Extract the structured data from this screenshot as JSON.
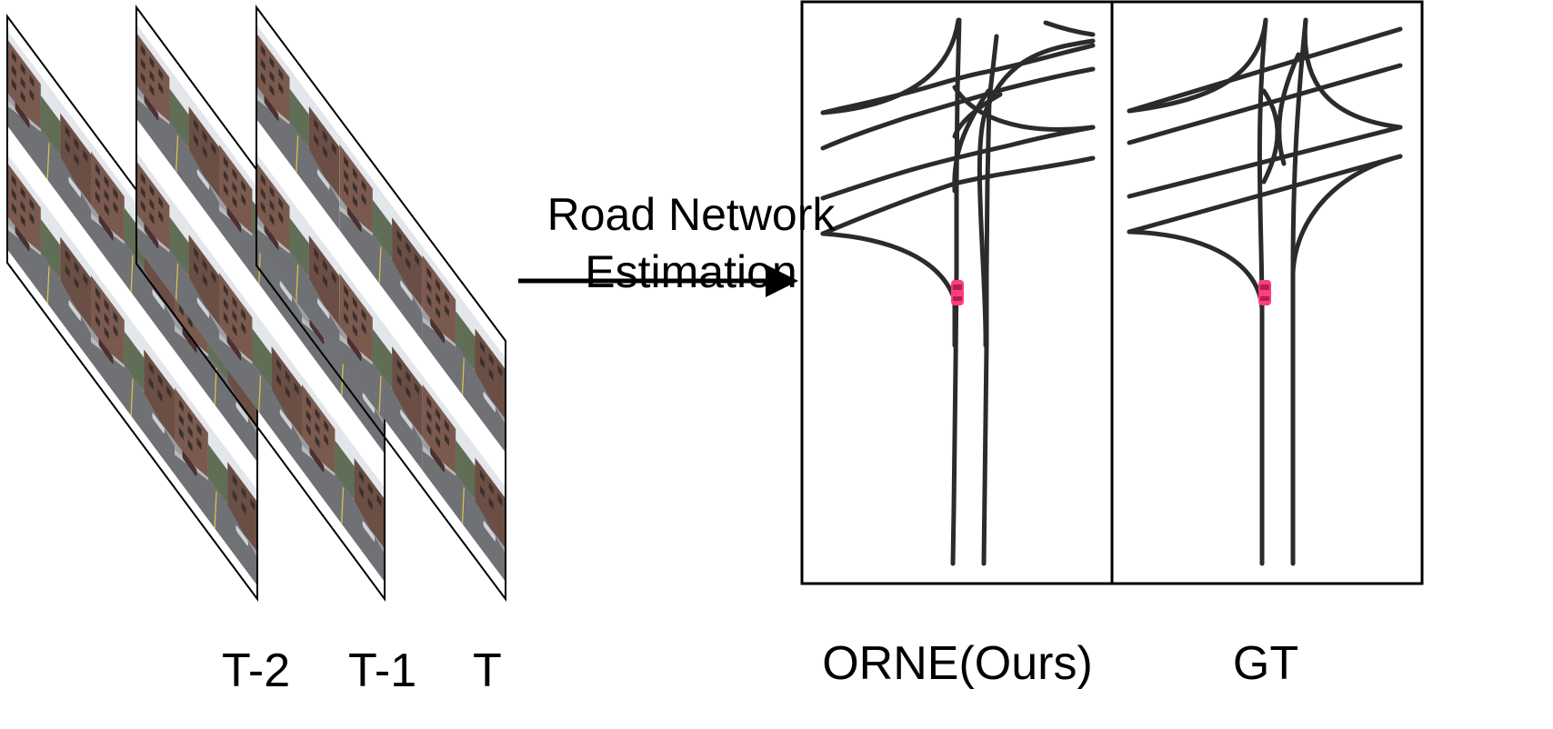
{
  "input_frames": [
    {
      "label": "T-2"
    },
    {
      "label": "T-1"
    },
    {
      "label": "T"
    }
  ],
  "arrow": {
    "line1": "Road Network",
    "line2": "Estimation"
  },
  "panels": [
    {
      "label": "ORNE(Ours)"
    },
    {
      "label": "GT"
    }
  ],
  "colors": {
    "road": "#2b2b2b",
    "frame_border": "#000000",
    "ego_vehicle": "#ff3d7f",
    "facade_brick": "#7a5a4e",
    "street_gray": "#8a8a8a",
    "sky": "#e8ecf0"
  }
}
